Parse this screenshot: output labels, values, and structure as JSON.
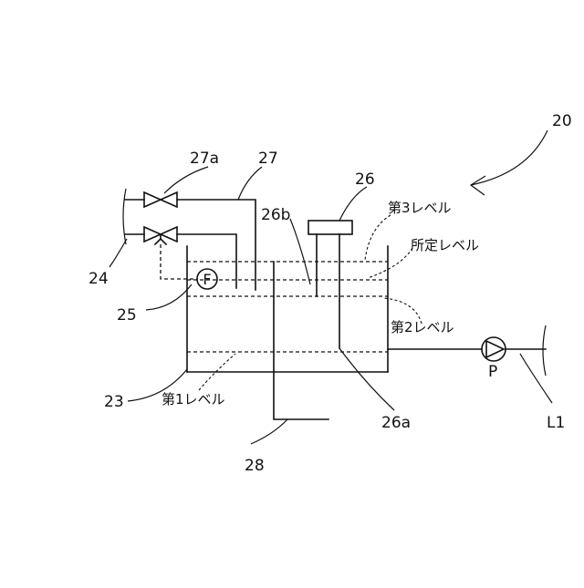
{
  "labels": {
    "device": "20",
    "tank": "23",
    "supply": "24",
    "float_sensor": "25",
    "float_letter": "F",
    "level_sensor": "26",
    "sensor_probe_a": "26a",
    "sensor_probe_b": "26b",
    "pipe": "27",
    "valve": "27a",
    "drain_pipe": "28",
    "pump_letter": "P",
    "line": "L1"
  },
  "levels": {
    "level1": "第1レベル",
    "level2": "第2レベル",
    "level3": "第3レベル",
    "predetermined": "所定レベル"
  }
}
